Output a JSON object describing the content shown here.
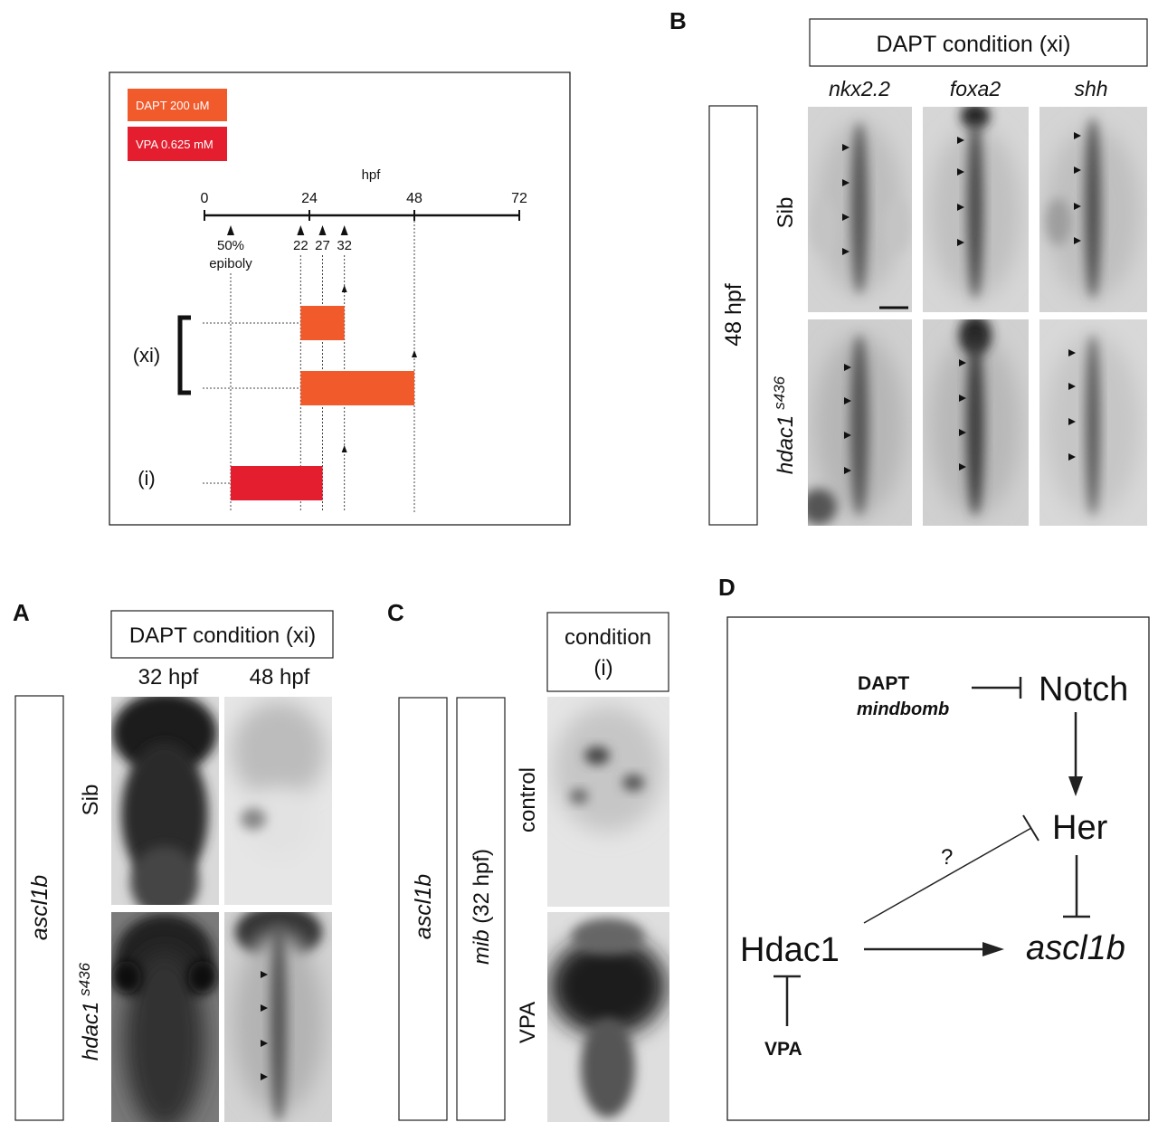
{
  "colors": {
    "dapt": "#f15a2b",
    "vpa": "#e41e2f",
    "stain": "#2a2a2a"
  },
  "timeline": {
    "legend": {
      "dapt": "DAPT 200 uM",
      "vpa": "VPA 0.625 mM"
    },
    "axis_title": "hpf",
    "axis_range": [
      0,
      72
    ],
    "major_ticks": [
      {
        "value": 0,
        "label": "0"
      },
      {
        "value": 24,
        "label": "24"
      },
      {
        "value": 48,
        "label": "48"
      },
      {
        "value": 72,
        "label": "72"
      }
    ],
    "markers": [
      {
        "value": 6,
        "label_line1": "50%",
        "label_line2": "epiboly"
      },
      {
        "value": 22,
        "label_line1": "22",
        "label_line2": ""
      },
      {
        "value": 27,
        "label_line1": "27",
        "label_line2": ""
      },
      {
        "value": 32,
        "label_line1": "32",
        "label_line2": ""
      }
    ],
    "conditions": [
      {
        "label": "(xi)",
        "treatments": [
          {
            "drug": "DAPT",
            "start": 22,
            "end": 32,
            "fix": 32
          },
          {
            "drug": "DAPT",
            "start": 22,
            "end": 48,
            "fix": 48
          }
        ]
      },
      {
        "label": "(i)",
        "treatments": [
          {
            "drug": "VPA",
            "start": 6,
            "end": 27,
            "fix": 32
          }
        ]
      }
    ]
  },
  "panel_b": {
    "letter": "B",
    "header": "DAPT condition (xi)",
    "stage": "48 hpf",
    "columns": [
      "nkx2.2",
      "foxa2",
      "shh"
    ],
    "rows": [
      "Sib",
      "hdac1"
    ],
    "row_superscript": "s436"
  },
  "panel_a": {
    "letter": "A",
    "header": "DAPT condition (xi)",
    "gene": "ascl1b",
    "columns": [
      "32 hpf",
      "48 hpf"
    ],
    "rows": [
      "Sib",
      "hdac1"
    ],
    "row_superscript": "s436"
  },
  "panel_c": {
    "letter": "C",
    "header_line1": "condition",
    "header_line2": "(i)",
    "gene": "ascl1b",
    "genotype_italic": "mib",
    "genotype_rest": " (32 hpf)",
    "rows": [
      "control",
      "VPA"
    ]
  },
  "panel_d": {
    "letter": "D",
    "dapt": "DAPT",
    "mindbomb": "mindbomb",
    "notch": "Notch",
    "her": "Her",
    "hdac1": "Hdac1",
    "ascl1b": "ascl1b",
    "vpa": "VPA",
    "question": "?"
  }
}
